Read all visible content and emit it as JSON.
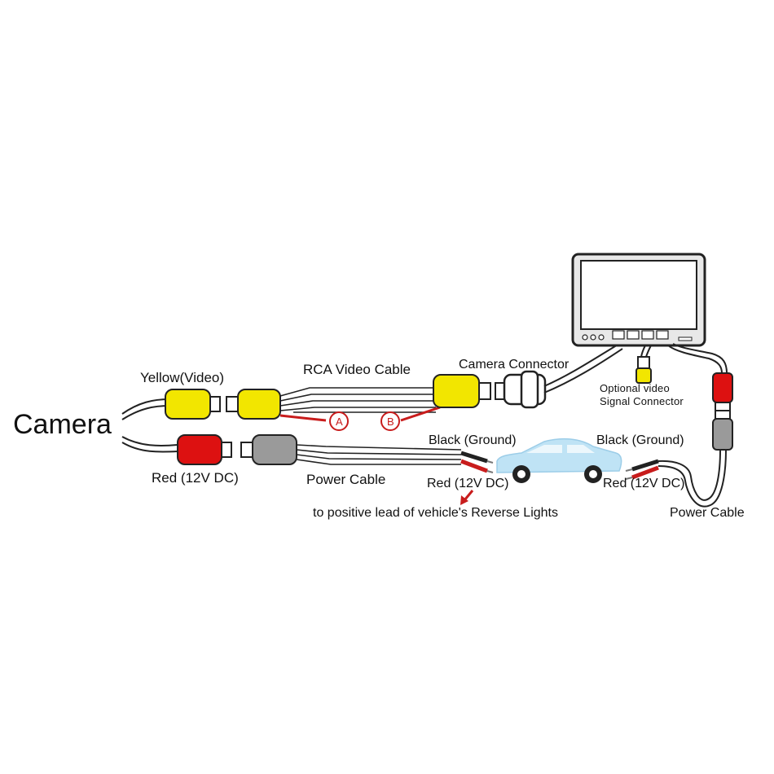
{
  "labels": {
    "camera": "Camera",
    "yellow_video": "Yellow(Video)",
    "red_12v_dc_left": "Red (12V DC)",
    "rca_video_cable": "RCA Video Cable",
    "camera_connector": "Camera Connector",
    "optional_video_line1": "Optional video",
    "optional_video_line2": "Signal Connector",
    "marker_a": "A",
    "marker_b": "B",
    "power_cable_mid": "Power Cable",
    "black_ground_mid": "Black (Ground)",
    "red_12v_dc_mid": "Red (12V DC)",
    "reverse_lights_note": "to positive lead of vehicle's Reverse Lights",
    "black_ground_right": "Black (Ground)",
    "red_12v_dc_right": "Red (12V DC)",
    "power_cable_right": "Power Cable"
  },
  "colors": {
    "yellow_connector": "#f2e600",
    "red_connector": "#dd1111",
    "gray_connector": "#9a9a9a",
    "red_wire": "#c81c1c",
    "car_body": "#bfe3f5",
    "outline": "#222222"
  }
}
